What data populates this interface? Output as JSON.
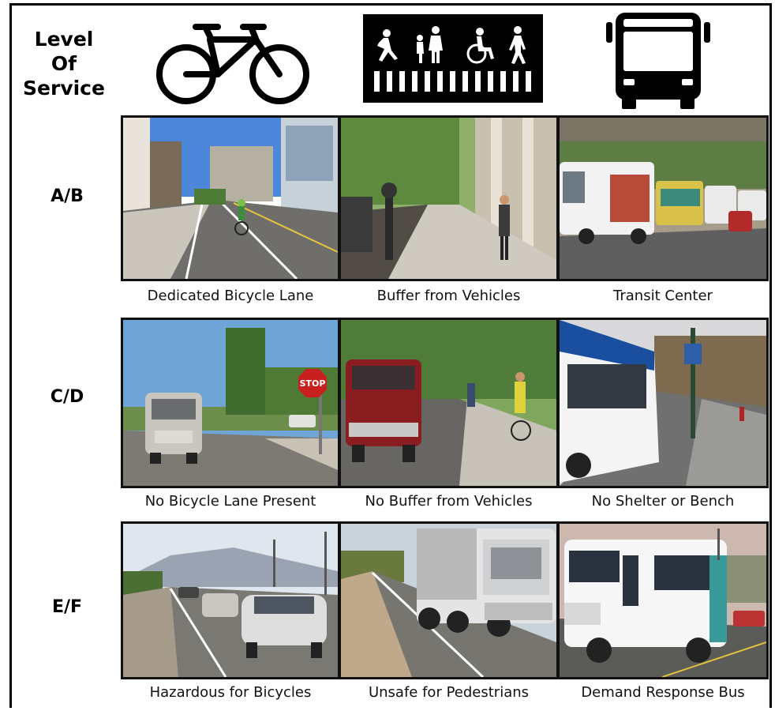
{
  "header": {
    "title_lines": [
      "Level",
      "Of",
      "Service"
    ],
    "modes": [
      {
        "icon": "bicycle-icon"
      },
      {
        "icon": "pedestrian-crosswalk-icon"
      },
      {
        "icon": "bus-icon"
      }
    ]
  },
  "rows": [
    {
      "label": "A/B",
      "captions": [
        "Dedicated Bicycle Lane",
        "Buffer from Vehicles",
        "Transit Center"
      ]
    },
    {
      "label": "C/D",
      "captions": [
        "No Bicycle Lane Present",
        "No Buffer from Vehicles",
        "No Shelter or Bench"
      ]
    },
    {
      "label": "E/F",
      "captions": [
        "Hazardous for Bicycles",
        "Unsafe for Pedestrians",
        "Demand Response Bus"
      ]
    }
  ],
  "stop_sign_text": "STOP"
}
